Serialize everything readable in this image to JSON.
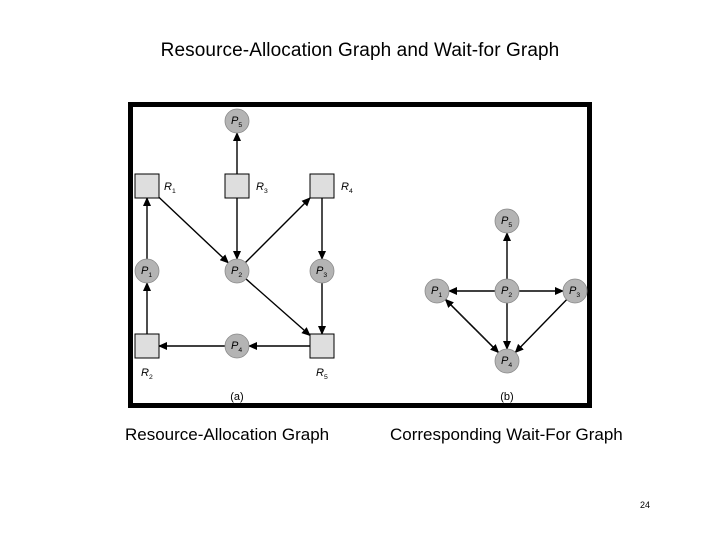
{
  "slide": {
    "title": "Resource-Allocation Graph and Wait-for Graph",
    "page_number": "24"
  },
  "captions": {
    "left": "Resource-Allocation Graph",
    "right": "Corresponding Wait-For Graph"
  },
  "diagram": {
    "colors": {
      "process_fill": "#b4b4b4",
      "resource_fill": "#dedede",
      "stroke": "#000000"
    },
    "graph_a": {
      "panel_label": "(a)",
      "processes": [
        {
          "id": "P5",
          "label": "P",
          "sub": "5"
        },
        {
          "id": "P1",
          "label": "P",
          "sub": "1"
        },
        {
          "id": "P2",
          "label": "P",
          "sub": "2"
        },
        {
          "id": "P3",
          "label": "P",
          "sub": "3"
        },
        {
          "id": "P4",
          "label": "P",
          "sub": "4"
        }
      ],
      "resources": [
        {
          "id": "R1",
          "label": "R",
          "sub": "1"
        },
        {
          "id": "R3",
          "label": "R",
          "sub": "3"
        },
        {
          "id": "R4",
          "label": "R",
          "sub": "4"
        },
        {
          "id": "R2",
          "label": "R",
          "sub": "2"
        },
        {
          "id": "R5",
          "label": "R",
          "sub": "5"
        }
      ],
      "edges": [
        {
          "from": "R3",
          "to": "P5"
        },
        {
          "from": "R3",
          "to": "P2"
        },
        {
          "from": "R1",
          "to": "P2"
        },
        {
          "from": "P2",
          "to": "R4"
        },
        {
          "from": "R4",
          "to": "P3"
        },
        {
          "from": "P3",
          "to": "R5"
        },
        {
          "from": "P2",
          "to": "R5"
        },
        {
          "from": "P1",
          "to": "R1"
        },
        {
          "from": "R2",
          "to": "P1"
        },
        {
          "from": "P4",
          "to": "R2"
        },
        {
          "from": "R5",
          "to": "P4"
        }
      ]
    },
    "graph_b": {
      "panel_label": "(b)",
      "processes": [
        {
          "id": "P5",
          "label": "P",
          "sub": "5"
        },
        {
          "id": "P1",
          "label": "P",
          "sub": "1"
        },
        {
          "id": "P2",
          "label": "P",
          "sub": "2"
        },
        {
          "id": "P3",
          "label": "P",
          "sub": "3"
        },
        {
          "id": "P4",
          "label": "P",
          "sub": "4"
        }
      ],
      "edges": [
        {
          "from": "P2",
          "to": "P5"
        },
        {
          "from": "P2",
          "to": "P1"
        },
        {
          "from": "P2",
          "to": "P3"
        },
        {
          "from": "P2",
          "to": "P4"
        },
        {
          "from": "P1",
          "to": "P4"
        },
        {
          "from": "P4",
          "to": "P1"
        },
        {
          "from": "P3",
          "to": "P4"
        }
      ]
    }
  }
}
